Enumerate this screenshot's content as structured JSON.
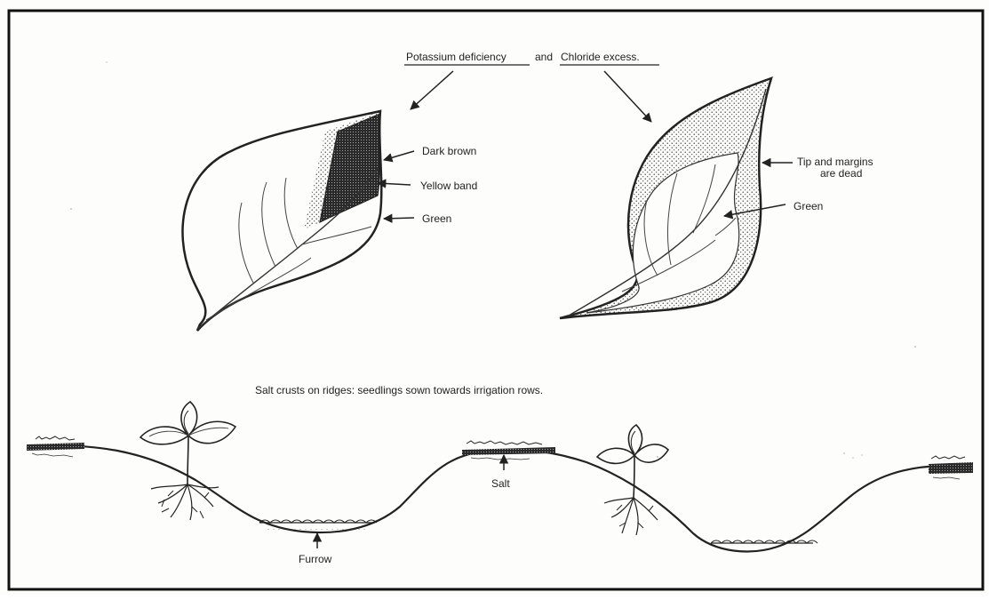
{
  "title": "Potassium deficiency and Chloride excess.",
  "title_part1": "Potassium deficiency",
  "title_and": "and",
  "title_part2": "Chloride excess.",
  "left_leaf": {
    "label_dark_brown": "Dark brown",
    "label_yellow_band": "Yellow band",
    "label_green": "Green"
  },
  "right_leaf": {
    "label_tip_line1": "Tip and margins",
    "label_tip_line2": "are dead",
    "label_green": "Green"
  },
  "soil": {
    "caption": "Salt crusts on ridges: seedlings sown towards irrigation rows.",
    "label_salt": "Salt",
    "label_furrow": "Furrow"
  },
  "colors": {
    "ink": "#222222",
    "paper": "#fdfdfb",
    "border": "#111111"
  }
}
